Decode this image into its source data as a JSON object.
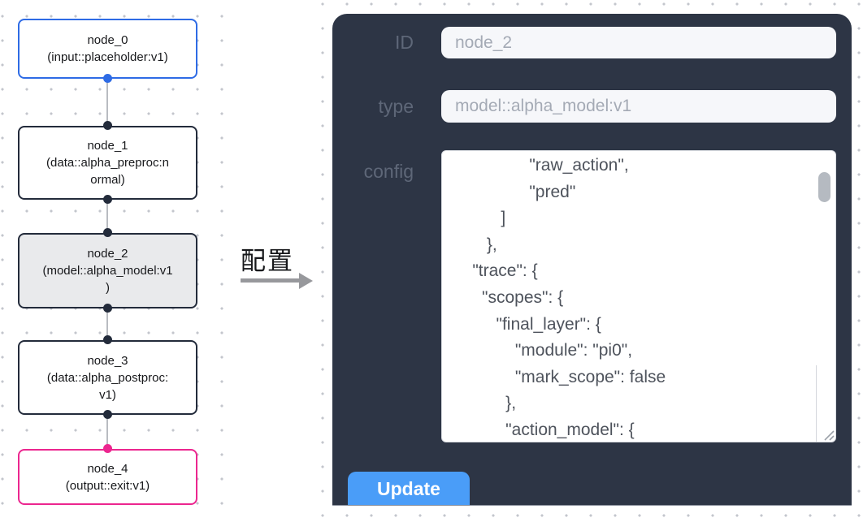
{
  "flow": {
    "nodes": [
      {
        "id": "node_0",
        "lines": [
          "node_0",
          "(input::placeholder:v1)"
        ],
        "border_color": "#2e6be5",
        "bg_color": "#ffffff"
      },
      {
        "id": "node_1",
        "lines": [
          "node_1",
          "(data::alpha_preproc:n",
          "ormal)"
        ],
        "border_color": "#232b3b",
        "bg_color": "#ffffff"
      },
      {
        "id": "node_2",
        "lines": [
          "node_2",
          "(model::alpha_model:v1",
          ")"
        ],
        "border_color": "#232b3b",
        "bg_color": "#e9eaec",
        "selected": true
      },
      {
        "id": "node_3",
        "lines": [
          "node_3",
          "(data::alpha_postproc:",
          "v1)"
        ],
        "border_color": "#232b3b",
        "bg_color": "#ffffff"
      },
      {
        "id": "node_4",
        "lines": [
          "node_4",
          "(output::exit:v1)"
        ],
        "border_color": "#ec268f",
        "bg_color": "#ffffff"
      }
    ],
    "handle_colors": {
      "blue": "#2e6be5",
      "dark": "#232b3b",
      "pink": "#ec268f"
    }
  },
  "transfer": {
    "label": "配置"
  },
  "panel": {
    "id_field": {
      "label": "ID",
      "value": "node_2"
    },
    "type_field": {
      "label": "type",
      "value": "model::alpha_model:v1"
    },
    "config_field": {
      "label": "config",
      "lines": [
        "                \"raw_action\",",
        "                \"pred\"",
        "          ]",
        "       },",
        "    \"trace\": {",
        "      \"scopes\": {",
        "         \"final_layer\": {",
        "             \"module\": \"pi0\",",
        "             \"mark_scope\": false",
        "           },",
        "           \"action_model\": {"
      ]
    },
    "update_label": "Update"
  },
  "colors": {
    "panel_bg": "#2d3545",
    "input_bg": "#f6f7fa",
    "input_text": "#a4aab5",
    "label_text": "#5e6778",
    "accent_button": "#4a9df8",
    "node_selected_bg": "#e9eaec",
    "node_blue": "#2e6be5",
    "node_pink": "#ec268f",
    "edge": "#b9bcc1"
  }
}
